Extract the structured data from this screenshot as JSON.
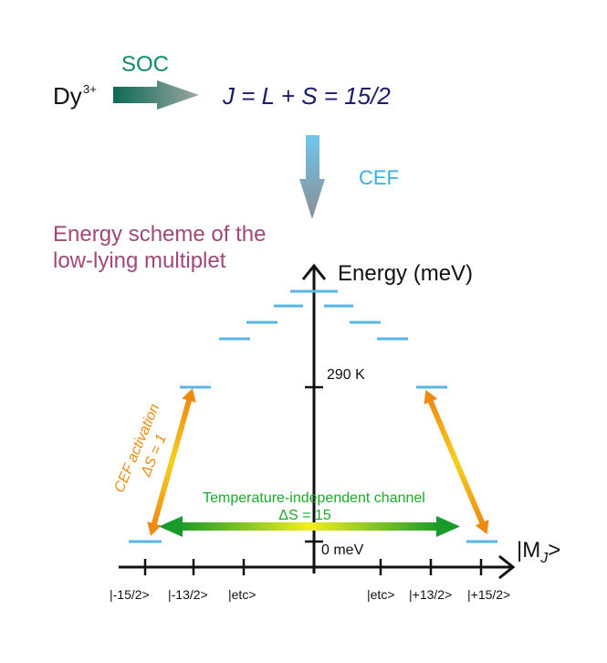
{
  "top": {
    "ion": "Dy",
    "ion_charge": "3+",
    "soc_label": "SOC",
    "j_label": "J = L + S = 15/2",
    "cef_label": "CEF"
  },
  "scheme": {
    "title_line1": "Energy scheme of the",
    "title_line2": "low-lying multiplet",
    "energy_axis_label": "Energy (meV)",
    "temp_label": "290 K",
    "zero_label": "0 meV",
    "mj_label": "|M",
    "mj_sub": "J",
    "mj_close": ">",
    "ticks": [
      "|-15/2>",
      "|-13/2>",
      "|etc>",
      "|etc>",
      "|+13/2>",
      "|+15/2>"
    ],
    "cef_activation_line1": "CEF activation",
    "cef_activation_line2": "ΔS = 1",
    "channel_line1": "Temperature-independent channel",
    "channel_line2": "ΔS = 15"
  },
  "colors": {
    "soc": "#0a8a6a",
    "j_text": "#1a1a6e",
    "cef": "#3aaee0",
    "title": "#a04878",
    "levels": "#5ab4e6",
    "orange": "#f08a10",
    "green": "#1aaa2a",
    "axis": "#111111"
  }
}
